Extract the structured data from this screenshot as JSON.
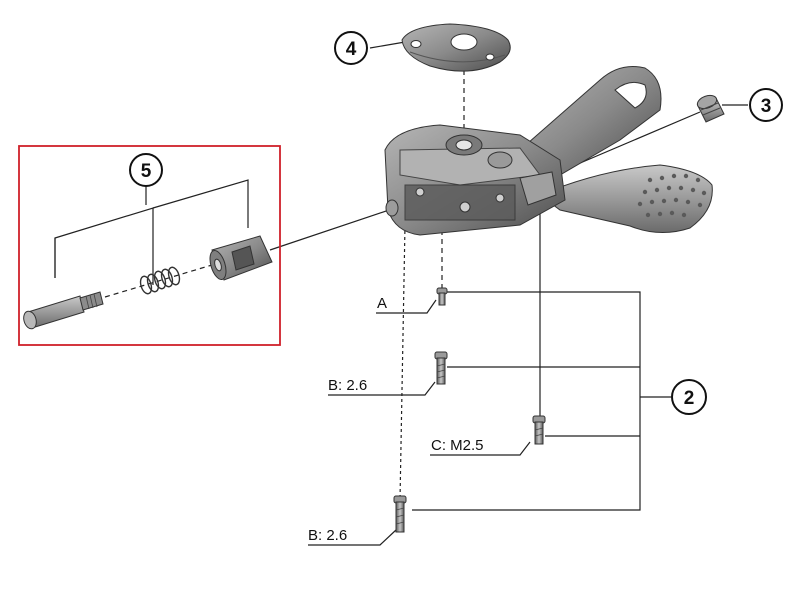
{
  "callouts": {
    "c2": "2",
    "c3": "3",
    "c4": "4",
    "c5": "5"
  },
  "labels": {
    "a": "A",
    "b1": "B: 2.6",
    "c": "C: M2.5",
    "b2": "B: 2.6"
  },
  "colors": {
    "highlight_box": "#d0202a",
    "part_fill": "#8a8a8a",
    "part_dark": "#3c3c3c",
    "line": "#222222"
  }
}
